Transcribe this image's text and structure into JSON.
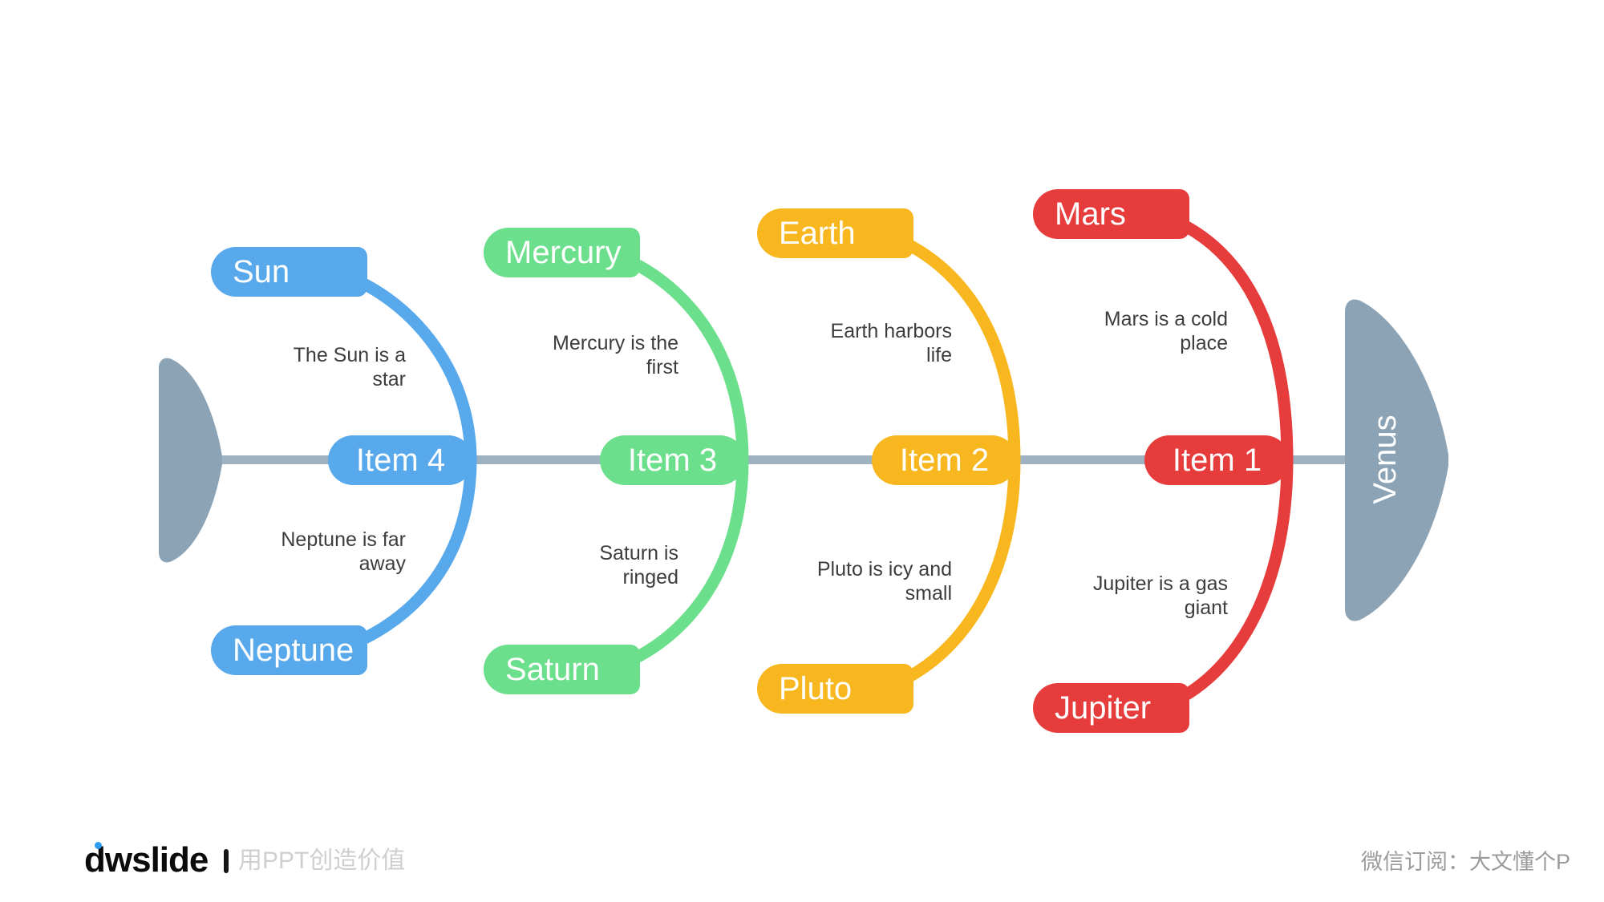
{
  "colors": {
    "arrow": "#8ca3b5",
    "spine": "#9fb2c1",
    "desc_text": "#3d3d3d",
    "logo_dot": "#2d9bf0"
  },
  "arrow_right_label": "Venus",
  "ribs": [
    {
      "color": "#58a8ec",
      "top_label": "Sun",
      "top_desc": [
        "The Sun is a",
        "star"
      ],
      "item_label": "Item 4",
      "bottom_desc": [
        "Neptune is far",
        "away"
      ],
      "bottom_label": "Neptune"
    },
    {
      "color": "#6cdf8c",
      "top_label": "Mercury",
      "top_desc": [
        "Mercury is the",
        "first"
      ],
      "item_label": "Item 3",
      "bottom_desc": [
        "Saturn is",
        "ringed"
      ],
      "bottom_label": "Saturn"
    },
    {
      "color": "#f8b71f",
      "top_label": "Earth",
      "top_desc": [
        "Earth harbors",
        "life"
      ],
      "item_label": "Item 2",
      "bottom_desc": [
        "Pluto is icy and",
        "small"
      ],
      "bottom_label": "Pluto"
    },
    {
      "color": "#e63c3c",
      "top_label": "Mars",
      "top_desc": [
        "Mars is a cold",
        "place"
      ],
      "item_label": "Item 1",
      "bottom_desc": [
        "Jupiter is a gas",
        "giant"
      ],
      "bottom_label": "Jupiter"
    }
  ],
  "footer": {
    "logo_text": "dwslide",
    "tagline": "用PPT创造价值",
    "wechat": "微信订阅：大文懂个P"
  }
}
